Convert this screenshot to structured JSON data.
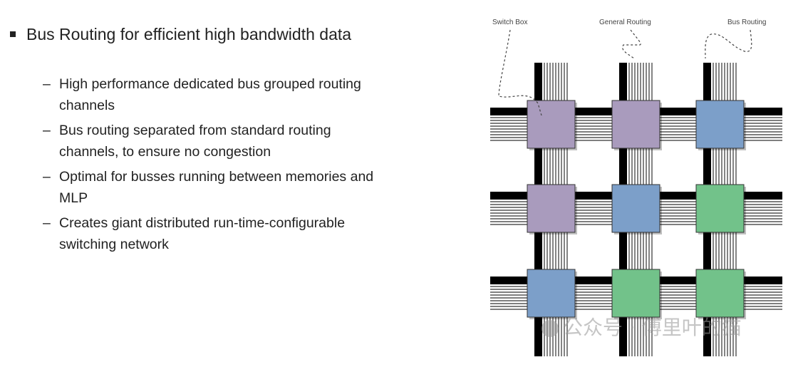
{
  "slide": {
    "main_bullet": "Bus Routing for efficient high bandwidth data",
    "sub_bullets": [
      "High performance dedicated bus grouped routing channels",
      "Bus routing separated from standard routing channels, to ensure no congestion",
      "Optimal for busses running between memories and MLP",
      "Creates giant distributed run-time-configurable switching network"
    ],
    "dash": "–"
  },
  "diagram": {
    "labels": {
      "switch_box": "Switch Box",
      "general_routing": "General Routing",
      "bus_routing": "Bus Routing"
    },
    "colors": {
      "purple": "#a99bbd",
      "blue": "#7c9fc9",
      "green": "#72c28a"
    },
    "grid": [
      [
        "purple",
        "purple",
        "blue"
      ],
      [
        "purple",
        "blue",
        "green"
      ],
      [
        "blue",
        "green",
        "green"
      ]
    ]
  },
  "watermark": "公众号 · 傅里叶的猫"
}
